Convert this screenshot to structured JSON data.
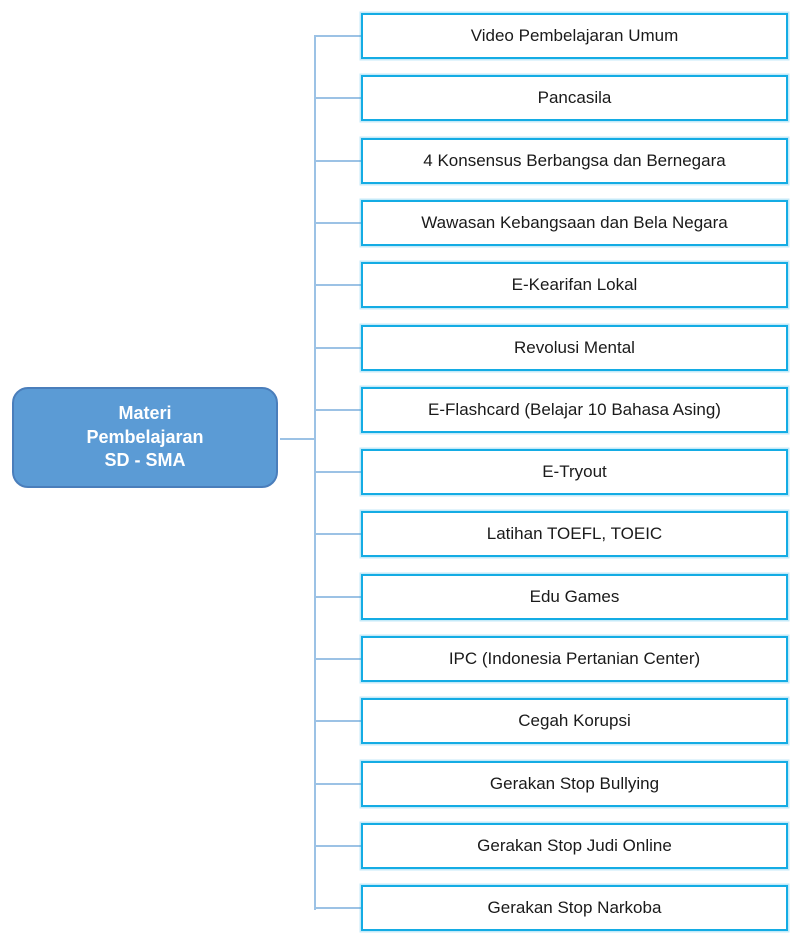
{
  "diagram": {
    "root": {
      "lines": [
        "Materi",
        "Pembelajaran",
        "SD - SMA"
      ]
    },
    "children": [
      "Video Pembelajaran Umum",
      "Pancasila",
      "4 Konsensus Berbangsa dan Bernegara",
      "Wawasan Kebangsaan dan Bela Negara",
      "E-Kearifan Lokal",
      "Revolusi Mental",
      "E-Flashcard (Belajar 10 Bahasa Asing)",
      "E-Tryout",
      "Latihan TOEFL, TOEIC",
      "Edu Games",
      "IPC (Indonesia Pertanian Center)",
      "Cegah Korupsi",
      "Gerakan Stop Bullying",
      "Gerakan Stop Judi Online",
      "Gerakan Stop Narkoba"
    ],
    "colors": {
      "root_fill": "#5B9BD5",
      "root_border": "#4A7EBB",
      "root_text": "#FFFFFF",
      "child_border": "#14ACE4",
      "child_text": "#1A1A1A",
      "connector": "#9CC2E5"
    }
  }
}
